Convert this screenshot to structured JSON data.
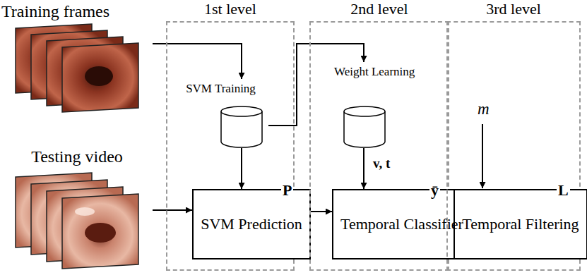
{
  "diagram": {
    "nodes": [
      {
        "text": [
          "Training frames"
        ]
      },
      {
        "text": [
          "Testing video"
        ]
      },
      {
        "text": [
          "1st level"
        ]
      },
      {
        "text": [
          "SVM Training"
        ],
        "in": 2
      },
      {
        "text": [
          "SVM Prediction"
        ],
        "in": 2
      },
      {
        "text": [
          "2nd level"
        ]
      },
      {
        "text": [
          "Weight Learning"
        ],
        "in": 5
      },
      {
        "text": [
          "Temporal Classifier"
        ],
        "in": 5
      },
      {
        "text": [
          "3rd level"
        ]
      },
      {
        "text": [
          "Temporal Filtering"
        ],
        "in": 8
      }
    ],
    "edges": [
      {
        "from": 0,
        "to": 3,
        "arrow": "to"
      },
      {
        "from": 3,
        "to": 6,
        "arrow": "to"
      },
      {
        "from": 3,
        "to": 4,
        "arrow": "to"
      },
      {
        "from": 1,
        "to": 4,
        "arrow": "to"
      },
      {
        "from": 4,
        "to": 7,
        "label": "P",
        "arrow": "to"
      },
      {
        "from": 6,
        "to": 7,
        "label": "v, t",
        "arrow": "to"
      },
      {
        "from": 7,
        "to": 9,
        "label": "ȳ",
        "arrow": "to"
      }
    ],
    "labels": [
      "m",
      "L"
    ]
  }
}
